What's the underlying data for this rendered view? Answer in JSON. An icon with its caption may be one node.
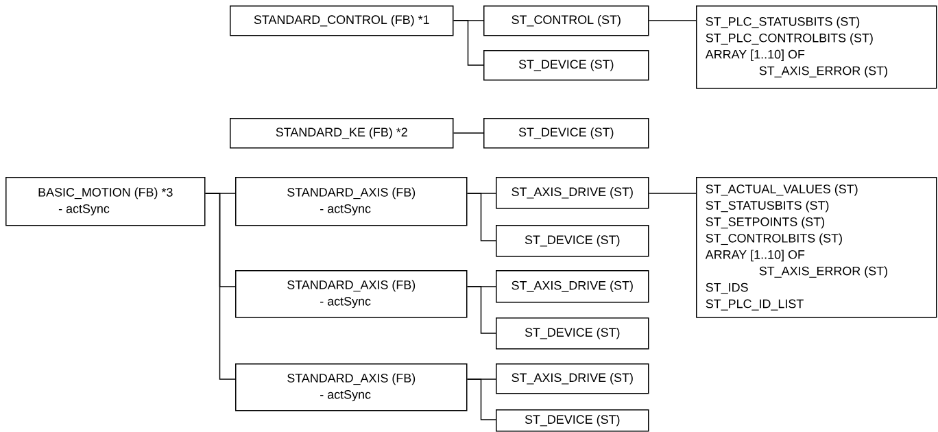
{
  "diagram": {
    "nodes": [
      {
        "text": [
          "STANDARD_CONTROL (FB) *1"
        ]
      },
      {
        "text": [
          "ST_CONTROL (ST)"
        ]
      },
      {
        "text": [
          "ST_DEVICE (ST)"
        ]
      },
      {
        "text": [
          "ST_PLC_STATUSBITS (ST)",
          "ST_PLC_CONTROLBITS (ST)",
          "ARRAY [1..10] OF ST_AXIS_ERROR (ST)"
        ]
      },
      {
        "text": [
          "STANDARD_KE (FB) *2"
        ]
      },
      {
        "text": [
          "ST_DEVICE (ST)"
        ]
      },
      {
        "text": [
          "BASIC_MOTION (FB) *3",
          "- actSync"
        ]
      },
      {
        "text": [
          "STANDARD_AXIS (FB)",
          "- actSync"
        ]
      },
      {
        "text": [
          "ST_AXIS_DRIVE (ST)"
        ]
      },
      {
        "text": [
          "ST_DEVICE (ST)"
        ]
      },
      {
        "text": [
          "ST_ACTUAL_VALUES (ST)",
          "ST_STATUSBITS (ST)",
          "ST_SETPOINTS (ST)",
          "ST_CONTROLBITS (ST)",
          "ARRAY [1..10] OF ST_AXIS_ERROR (ST)",
          "ST_IDS",
          "ST_PLC_ID_LIST"
        ]
      },
      {
        "text": [
          "STANDARD_AXIS (FB)",
          "- actSync"
        ]
      },
      {
        "text": [
          "ST_AXIS_DRIVE (ST)"
        ]
      },
      {
        "text": [
          "ST_DEVICE (ST)"
        ]
      },
      {
        "text": [
          "STANDARD_AXIS (FB)",
          "- actSync"
        ]
      },
      {
        "text": [
          "ST_AXIS_DRIVE (ST)"
        ]
      },
      {
        "text": [
          "ST_DEVICE (ST)"
        ]
      }
    ],
    "edges": [
      {
        "from": 0,
        "to": 1,
        "arrow": "none"
      },
      {
        "from": 0,
        "to": 2,
        "arrow": "none"
      },
      {
        "from": 1,
        "to": 3,
        "arrow": "none"
      },
      {
        "from": 4,
        "to": 5,
        "arrow": "none"
      },
      {
        "from": 6,
        "to": 7,
        "arrow": "none"
      },
      {
        "from": 6,
        "to": 11,
        "arrow": "none"
      },
      {
        "from": 6,
        "to": 14,
        "arrow": "none"
      },
      {
        "from": 7,
        "to": 8,
        "arrow": "none"
      },
      {
        "from": 7,
        "to": 9,
        "arrow": "none"
      },
      {
        "from": 8,
        "to": 10,
        "arrow": "none"
      },
      {
        "from": 11,
        "to": 12,
        "arrow": "none"
      },
      {
        "from": 11,
        "to": 13,
        "arrow": "none"
      },
      {
        "from": 14,
        "to": 15,
        "arrow": "none"
      },
      {
        "from": 14,
        "to": 16,
        "arrow": "none"
      }
    ]
  }
}
